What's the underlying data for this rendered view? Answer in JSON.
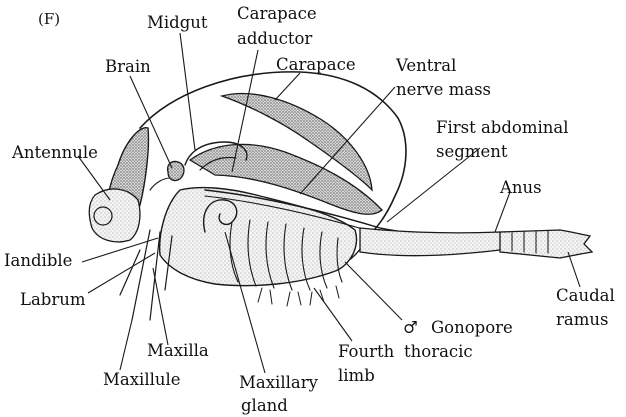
{
  "panel_letter": "(F)",
  "labels": {
    "midgut": "Midgut",
    "carapace_adductor_1": "Carapace",
    "carapace_adductor_2": "adductor",
    "brain": "Brain",
    "carapace": "Carapace",
    "ventral_nerve_mass_1": "Ventral",
    "ventral_nerve_mass_2": "nerve mass",
    "antennule": "Antennule",
    "first_abdominal_segment_1": "First abdominal",
    "first_abdominal_segment_2": "segment",
    "anus": "Anus",
    "mandible": "Iandible",
    "labrum": "Labrum",
    "caudal_ramus_1": "Caudal",
    "caudal_ramus_2": "ramus",
    "gonopore_symbol": "♂",
    "gonopore": "Gonopore",
    "maxilla": "Maxilla",
    "fourth_thoracic_limb_1": "Fourth",
    "fourth_thoracic_limb_2": "thoracic",
    "fourth_thoracic_limb_3": "limb",
    "maxillule": "Maxillule",
    "maxillary_gland_1": "Maxillary",
    "maxillary_gland_2": "gland"
  }
}
